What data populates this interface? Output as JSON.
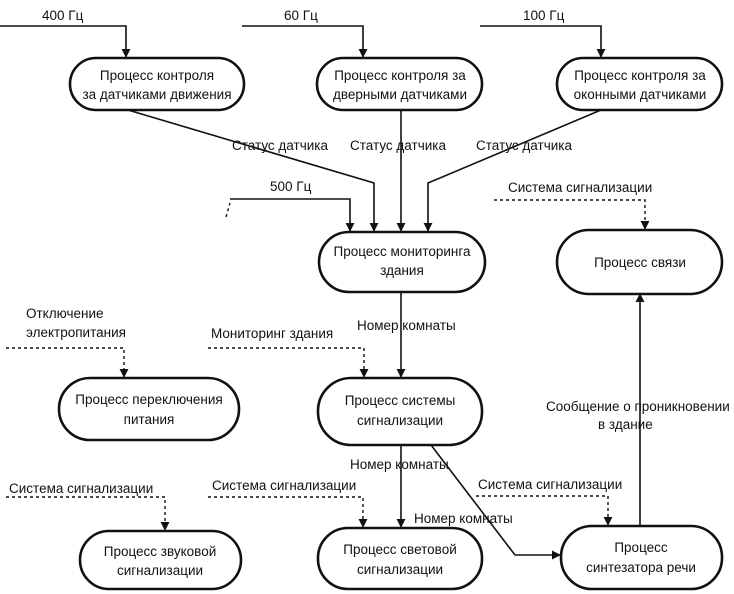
{
  "diagram": {
    "nodes": {
      "motion": {
        "line1": "Процесс контроля",
        "line2": "за датчиками движения"
      },
      "door": {
        "line1": "Процесс контроля за",
        "line2": "дверными датчиками"
      },
      "window": {
        "line1": "Процесс контроля за",
        "line2": "оконными датчиками"
      },
      "monitoring": {
        "line1": "Процесс мониторинга",
        "line2": "здания"
      },
      "comms": {
        "line1": "Процесс связи"
      },
      "power": {
        "line1": "Процесс переключения",
        "line2": "питания"
      },
      "alarm": {
        "line1": "Процесс системы",
        "line2": "сигнализации"
      },
      "audio": {
        "line1": "Процесс звуковой",
        "line2": "сигнализации"
      },
      "light": {
        "line1": "Процесс световой",
        "line2": "сигнализации"
      },
      "speech": {
        "line1": "Процесс",
        "line2": "синтезатора речи"
      }
    },
    "labels": {
      "freq_motion": "400 Гц",
      "freq_door": "60 Гц",
      "freq_window": "100 Гц",
      "freq_monitoring": "500 Гц",
      "status_motion": "Статус датчика",
      "status_door": "Статус датчика",
      "status_window": "Статус датчика",
      "alarm_system_comms": "Система сигнализации",
      "power_off_line1": "Отключение",
      "power_off_line2": "электропитания",
      "building_monitoring": "Мониторинг здания",
      "room_number_1": "Номер комнаты",
      "room_number_2": "Номер комнаты",
      "room_number_3": "Номер комнаты",
      "intrusion_line1": "Сообщение о проникновении",
      "intrusion_line2": "в здание",
      "alarm_system_audio": "Система сигнализации",
      "alarm_system_light": "Система сигнализации",
      "alarm_system_speech": "Система сигнализации"
    }
  }
}
